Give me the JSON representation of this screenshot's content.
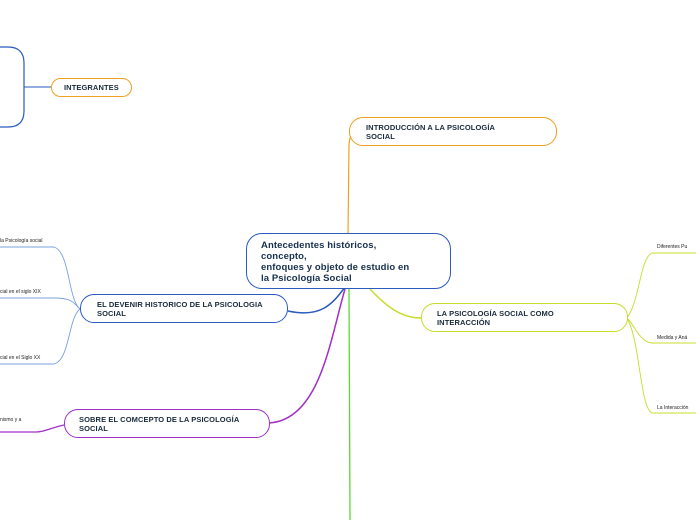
{
  "root": {
    "label": "Antecedentes históricos,\nconcepto,\n enfoques y objeto de estudio en\nla Psicología Social",
    "color": "#2a5bbf"
  },
  "branches": {
    "integrantes": {
      "label": "INTEGRANTES",
      "color": "#f0a020"
    },
    "introduccion": {
      "label": "INTRODUCCIÓN A LA PSICOLOGÍA\nSOCIAL",
      "color": "#f0a020"
    },
    "devenir": {
      "label": "EL DEVENIR HISTORICO DE LA PSICOLOGIA\nSOCIAL",
      "color": "#2a5bbf"
    },
    "interaccion": {
      "label": "LA PSICOLOGÍA SOCIAL COMO\nINTERACCIÓN",
      "color": "#c8dc28"
    },
    "concepto": {
      "label": "SOBRE EL COMCEPTO DE LA PSICOLOGÍA\nSOCIAL",
      "color": "#a030c8"
    }
  },
  "leaves": {
    "devenir": [
      "la Psicología social",
      "cial en el siglo XIX",
      "cial en el Siglo XX"
    ],
    "interaccion": [
      "Diferentes Pu",
      "Medida y Aná",
      "La Interacción"
    ],
    "concepto": [
      "nismo y a"
    ]
  },
  "connector_colors": {
    "devenir_leaves": "#7aa0e0",
    "green_line": "#5cd835"
  }
}
